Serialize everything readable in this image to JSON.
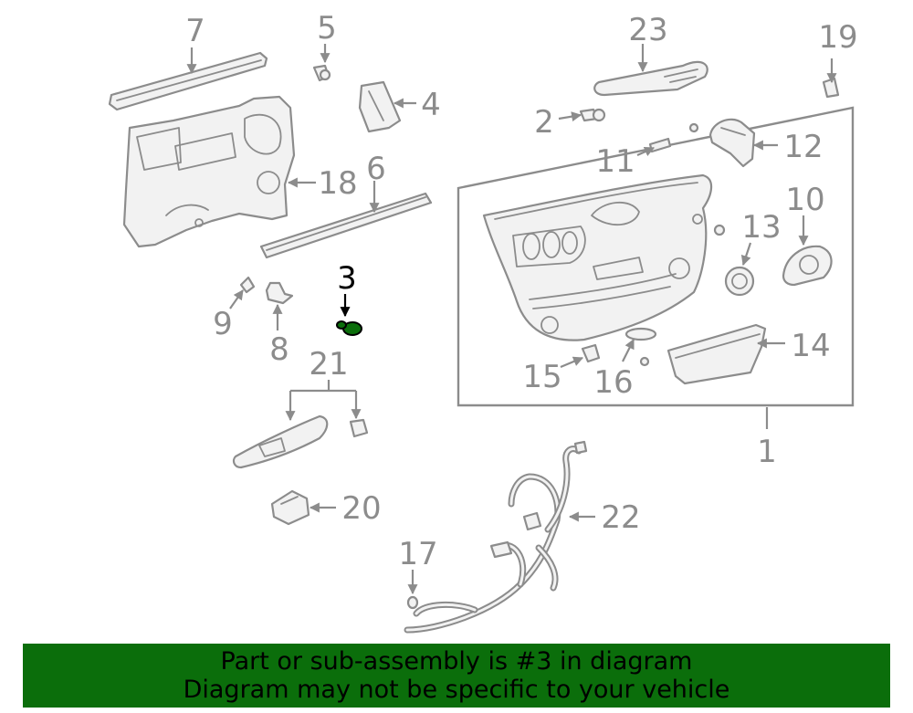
{
  "highlight_color": "#0b6e0b",
  "line_color": "#8c8c8c",
  "highlight_part": "3",
  "callouts": {
    "c1": "1",
    "c2": "2",
    "c3": "3",
    "c4": "4",
    "c5": "5",
    "c6": "6",
    "c7": "7",
    "c8": "8",
    "c9": "9",
    "c10": "10",
    "c11": "11",
    "c12": "12",
    "c13": "13",
    "c14": "14",
    "c15": "15",
    "c16": "16",
    "c17": "17",
    "c18": "18",
    "c19": "19",
    "c20": "20",
    "c21": "21",
    "c22": "22",
    "c23": "23"
  },
  "banner": {
    "line1": "Part or sub-assembly is #3 in diagram",
    "line2": "Diagram may not be specific to your vehicle"
  }
}
